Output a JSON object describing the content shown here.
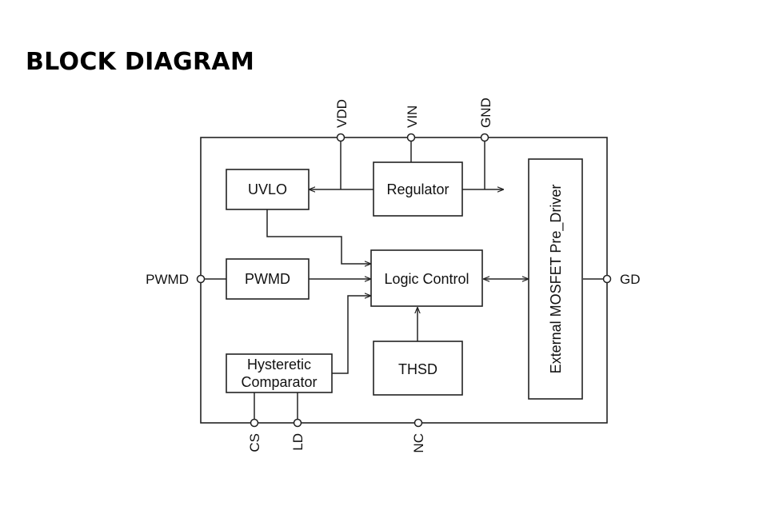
{
  "title": "BLOCK DIAGRAM",
  "blocks": {
    "uvlo": "UVLO",
    "regulator": "Regulator",
    "pwmd": "PWMD",
    "logic_control": "Logic Control",
    "hysteretic_line1": "Hysteretic",
    "hysteretic_line2": "Comparator",
    "thsd": "THSD",
    "pre_driver": "External MOSFET Pre_Driver"
  },
  "pins": {
    "vdd": "VDD",
    "vin": "VIN",
    "gnd": "GND",
    "pwmd": "PWMD",
    "gd": "GD",
    "cs": "CS",
    "ld": "LD",
    "nc": "NC"
  }
}
